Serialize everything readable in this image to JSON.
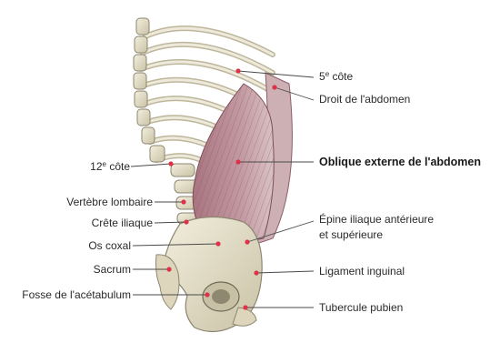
{
  "labels": {
    "cote5": {
      "text": "5",
      "sup": "e",
      "rest": " côte"
    },
    "droit": "Droit de l'abdomen",
    "oblique": "Oblique externe de l'abdomen",
    "cote12": {
      "text": "12",
      "sup": "e",
      "rest": " côte"
    },
    "vertebre": "Vertèbre lombaire",
    "crete": "Crête iliaque",
    "epine_line1": "Épine iliaque antérieure",
    "epine_line2": "et supérieure",
    "os_coxal": "Os coxal",
    "sacrum": "Sacrum",
    "ligament": "Ligament inguinal",
    "fosse": "Fosse de l'acétabulum",
    "tubercule": "Tubercule pubien"
  },
  "colors": {
    "bone": "#e8e3cf",
    "bone_shade": "#b9b296",
    "muscle": "#b98a92",
    "muscle_dark": "#8e5d68",
    "leader_dot": "#e0314a",
    "leader_line": "#4a4a4a"
  }
}
